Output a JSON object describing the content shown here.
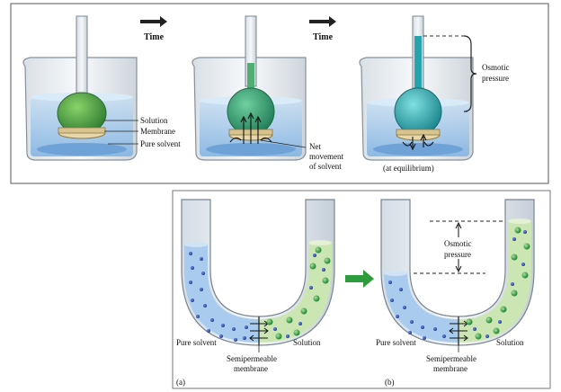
{
  "top": {
    "time1": "Time",
    "time2": "Time",
    "solution": "Solution",
    "membrane": "Membrane",
    "pure_solvent": "Pure solvent",
    "net1": "Net",
    "net2": "movement",
    "net3": "of solvent",
    "equilibrium": "(at equilibrium)",
    "osm1": "Osmotic",
    "osm2": "pressure"
  },
  "bottom": {
    "a_pure": "Pure solvent",
    "a_solution": "Solution",
    "a_semi1": "Semipermeable",
    "a_semi2": "membrane",
    "a_tag": "(a)",
    "b_osm1": "Osmotic",
    "b_osm2": "pressure",
    "b_pure": "Pure solvent",
    "b_solution": "Solution",
    "b_semi1": "Semipermeable",
    "b_semi2": "membrane",
    "b_tag": "(b)"
  },
  "colors": {
    "solvent": "#9cc6ec",
    "solution_green": "#3f9a4a",
    "solution_teal": "#2aa1a8",
    "solution_tube": "#c8e3b0",
    "arrow_green": "#2e9b3c"
  }
}
